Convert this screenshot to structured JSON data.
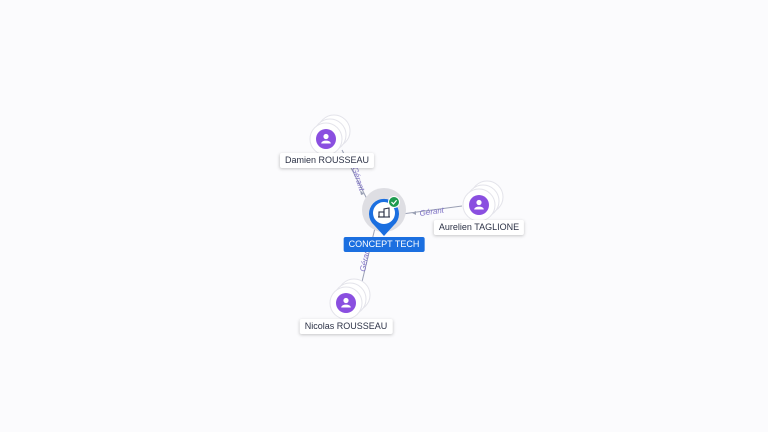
{
  "diagram": {
    "center": {
      "label": "CONCEPT TECH",
      "icon": "building-icon",
      "badge_icon": "check-badge-icon",
      "pin_color": "#1b6fe0",
      "badge_color": "#1e9b4f"
    },
    "persons": [
      {
        "id": "damien",
        "label": "Damien ROUSSEAU",
        "relation": "Gérant",
        "icon": "person-icon"
      },
      {
        "id": "aurelien",
        "label": "Aurelien TAGLIONE",
        "relation": "Gérant",
        "icon": "person-icon"
      },
      {
        "id": "nicolas",
        "label": "Nicolas ROUSSEAU",
        "relation": "Gérant",
        "icon": "person-icon"
      }
    ],
    "colors": {
      "person_circle": "#8a4fe0",
      "edge": "#9aa0b4",
      "edge_label": "#7c6fc4"
    }
  }
}
